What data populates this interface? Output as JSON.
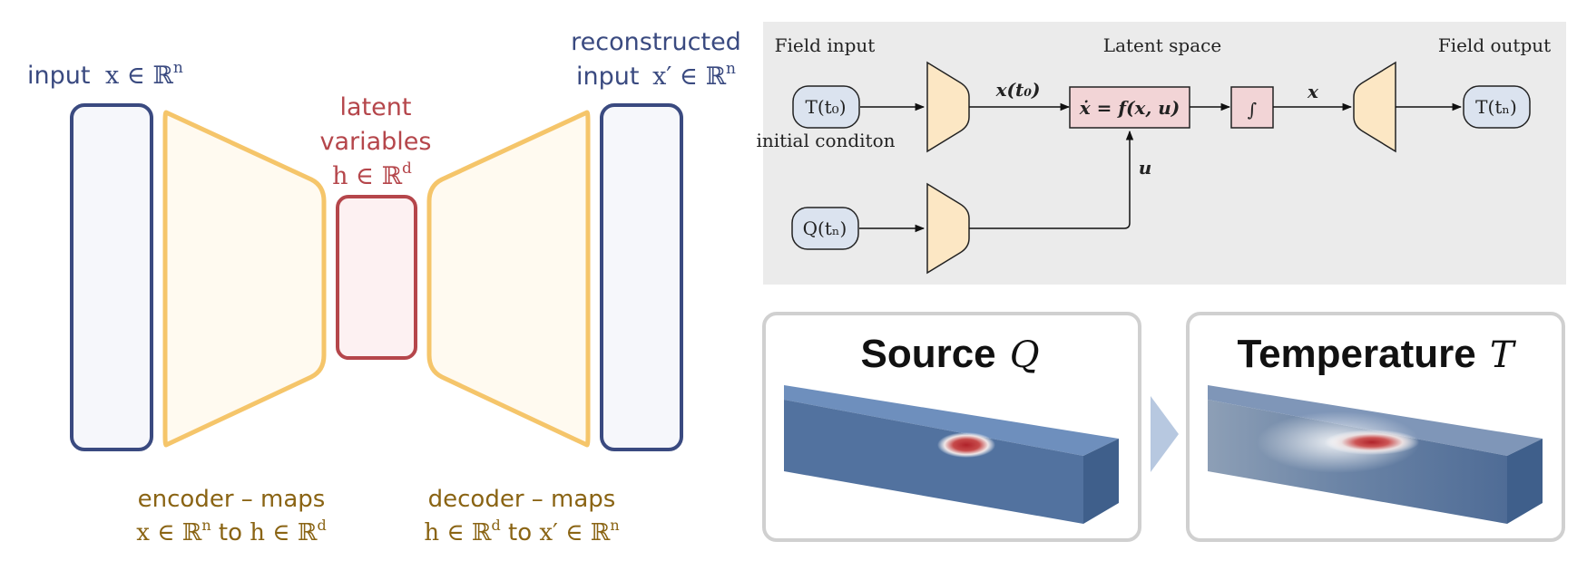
{
  "autoencoder": {
    "input_label": "input",
    "input_math": "x ∈ ℝ",
    "input_sup": "n",
    "reconstructed_line1": "reconstructed",
    "reconstructed_line2": "input",
    "reconstructed_math": "x′ ∈ ℝ",
    "reconstructed_sup": "n",
    "latent_line1": "latent",
    "latent_line2": "variables",
    "latent_math": "h ∈ ℝ",
    "latent_sup": "d",
    "encoder_line1": "encoder – maps",
    "encoder_line2_a": "x ∈ ℝ",
    "encoder_line2_a_sup": "n",
    "encoder_line2_to": " to ",
    "encoder_line2_b": "h ∈ ℝ",
    "encoder_line2_b_sup": "d",
    "decoder_line1": "decoder – maps",
    "decoder_line2_a": "h ∈ ℝ",
    "decoder_line2_a_sup": "d",
    "decoder_line2_to": " to ",
    "decoder_line2_b": "x′ ∈ ℝ",
    "decoder_line2_b_sup": "n",
    "colors": {
      "blue": "#3a4a80",
      "gold": "#f5c56a",
      "red": "#b5464b"
    }
  },
  "flow": {
    "field_input": "Field input",
    "latent_space": "Latent space",
    "field_output": "Field output",
    "node_T0": "T(t₀)",
    "initial_condition": "initial conditon",
    "edge_x_t0": "x(t₀)",
    "equation": "ẋ = f(x, u)",
    "integral": "∫",
    "edge_x": "x",
    "node_Tn": "T(tₙ)",
    "node_Q": "Q(tₙ)",
    "edge_u": "u"
  },
  "panels": {
    "source_title": "Source",
    "source_symbol": "Q",
    "temperature_title": "Temperature",
    "temperature_symbol": "T"
  }
}
